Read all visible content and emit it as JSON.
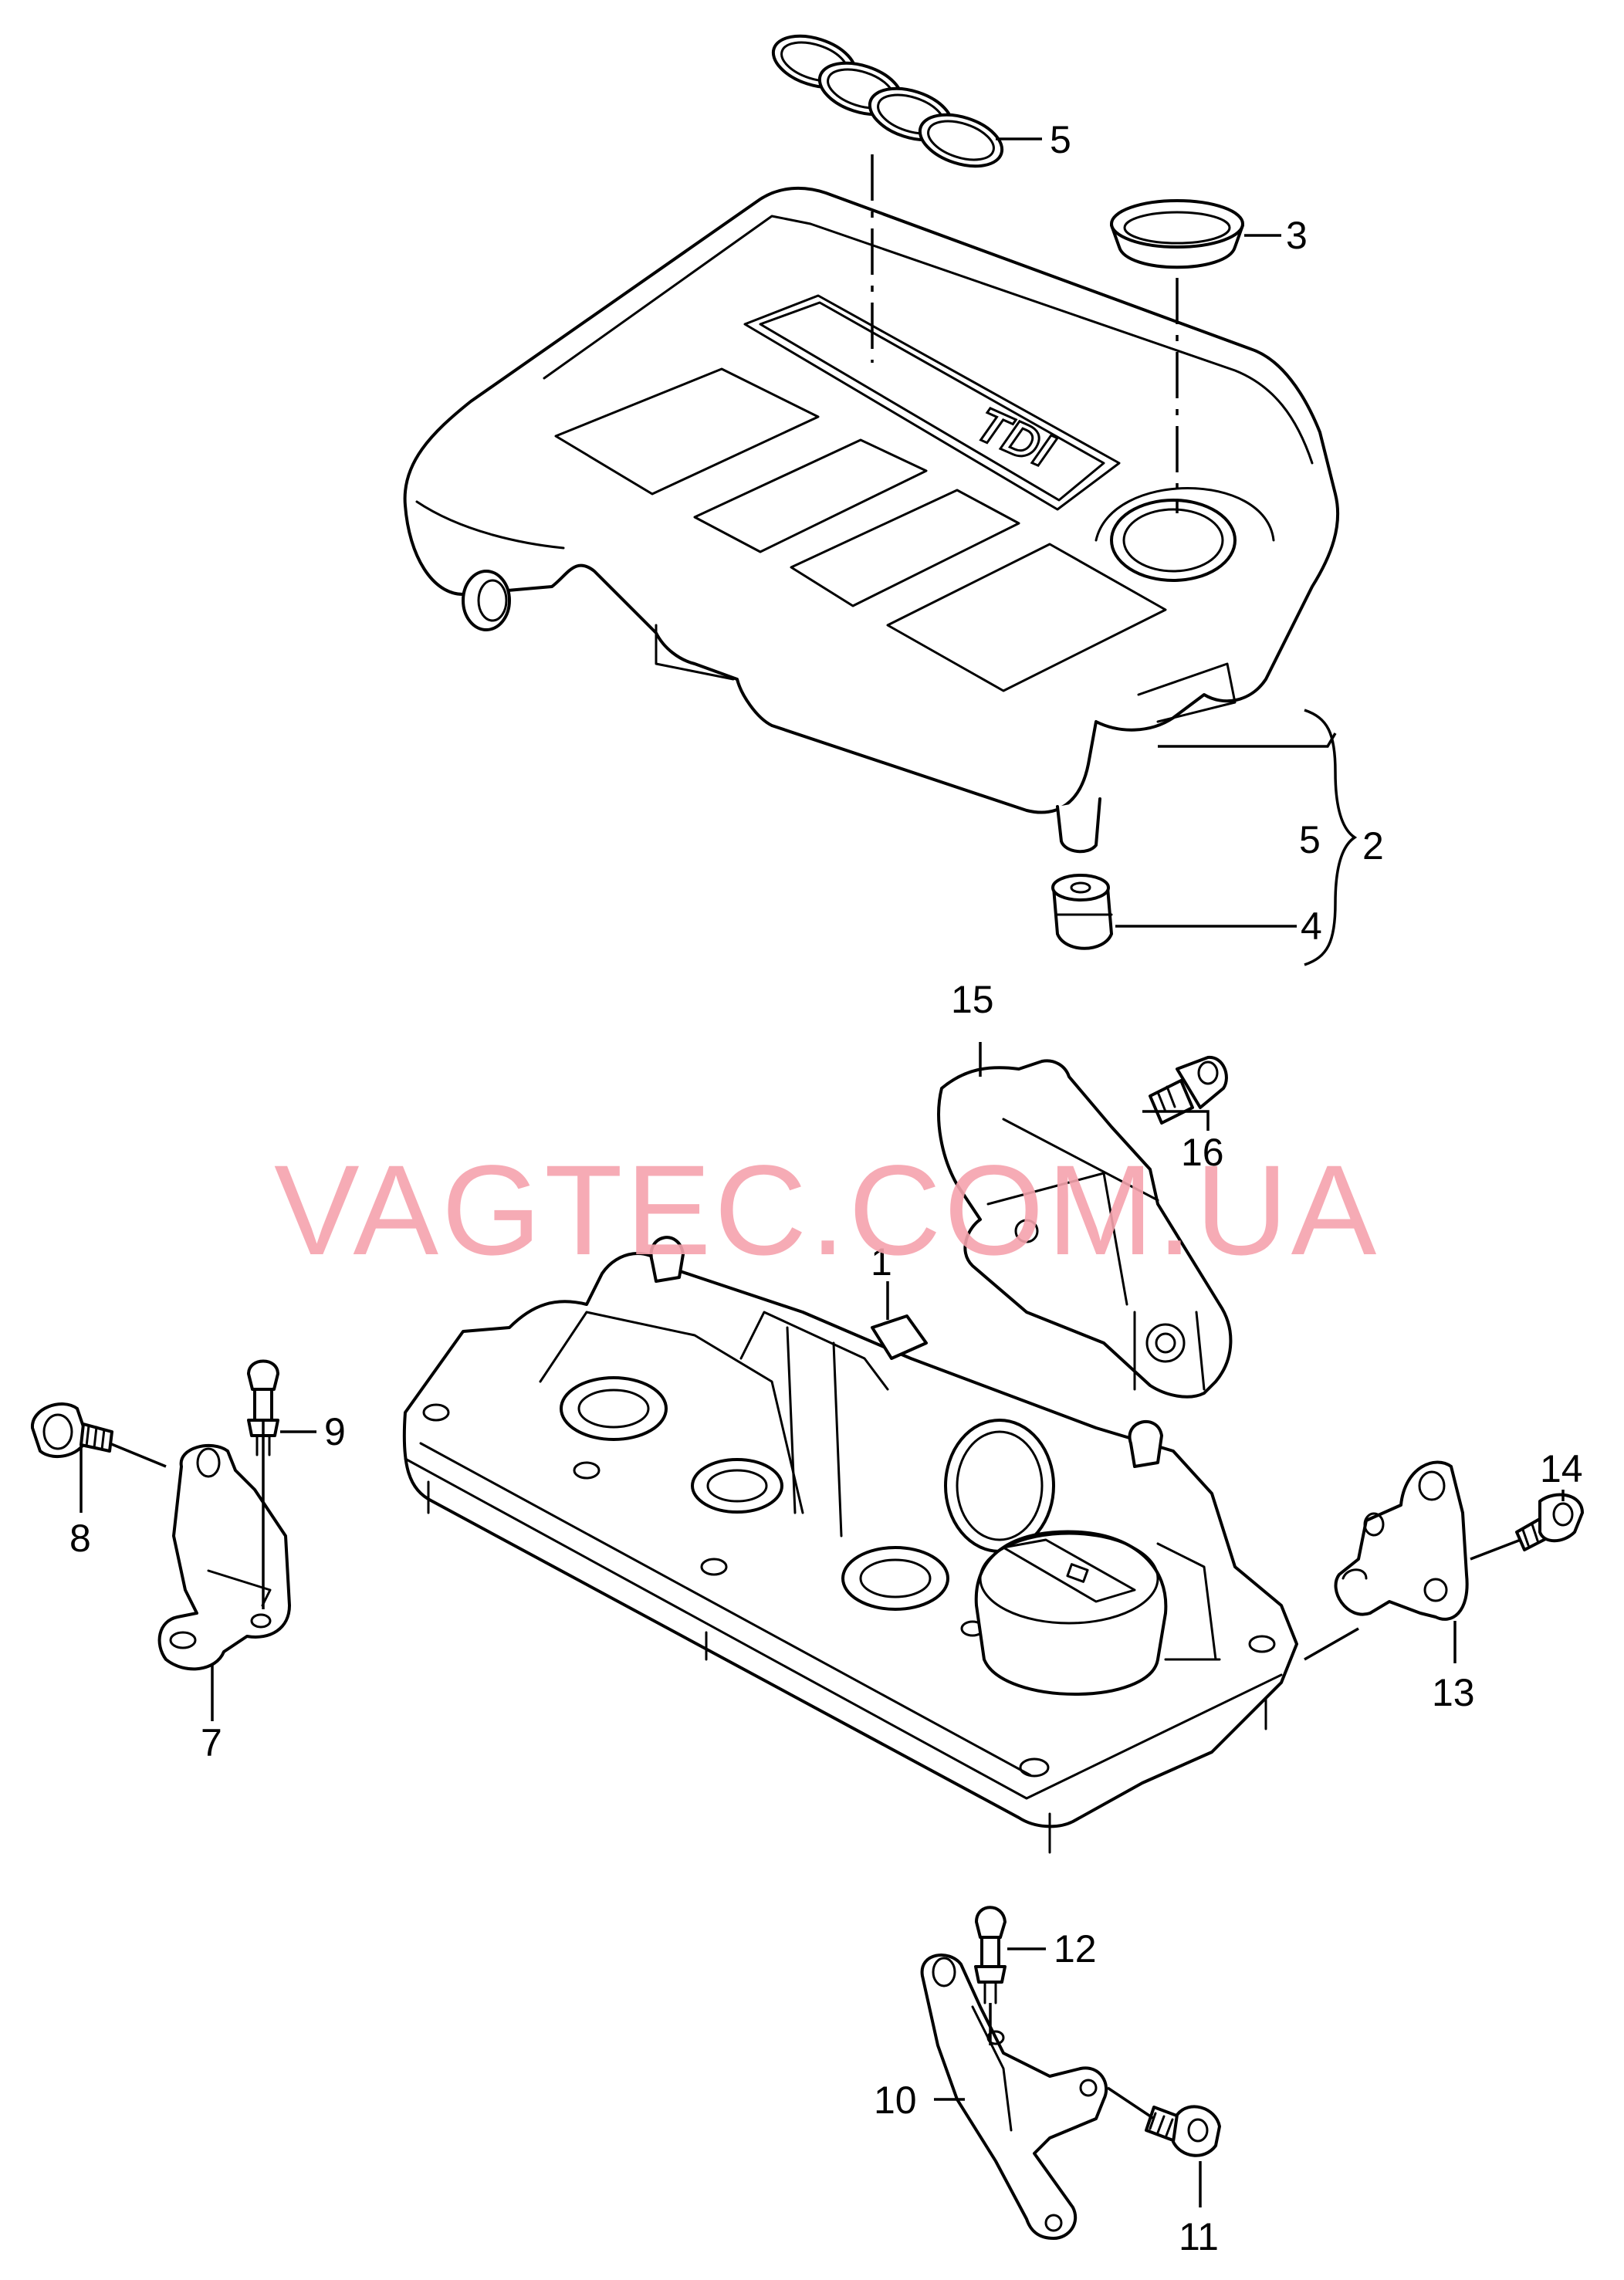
{
  "watermark": "VAGTEC.COM.UA",
  "cover_logo": "TDI",
  "callouts": {
    "c1": "1",
    "c2": "2",
    "c3": "3",
    "c4": "4",
    "c5a": "5",
    "c5b": "5",
    "c7": "7",
    "c8": "8",
    "c9": "9",
    "c10": "10",
    "c11": "11",
    "c12": "12",
    "c13": "13",
    "c14": "14",
    "c15": "15",
    "c16": "16"
  }
}
